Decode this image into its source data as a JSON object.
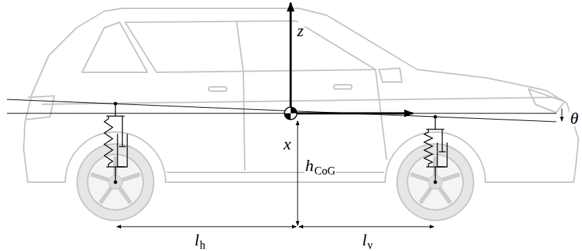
{
  "diagram": {
    "labels": [
      "z",
      "x",
      "θ",
      "h",
      "CoG",
      "l",
      "h",
      "l",
      "v"
    ]
  }
}
